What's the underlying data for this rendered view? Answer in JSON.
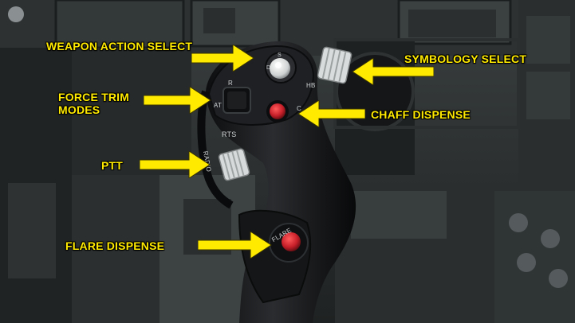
{
  "labels": {
    "weapon_action_select": "WEAPON ACTION SELECT",
    "symbology_select": "SYMBOLOGY SELECT",
    "force_trim_modes": "FORCE TRIM MODES",
    "chaff_dispense": "CHAFF DISPENSE",
    "ptt": "PTT",
    "flare_dispense": "FLARE DISPENSE"
  },
  "grip_markings": {
    "rts": "RTS",
    "flare": "FLARE",
    "hb": "HB",
    "c": "C",
    "r": "R",
    "at": "AT",
    "s": "S",
    "d": "D",
    "dial_letters": "RADIO"
  },
  "colors": {
    "callout": "#ffea00",
    "button_red": "#c8202a",
    "grip": "#18191b"
  }
}
